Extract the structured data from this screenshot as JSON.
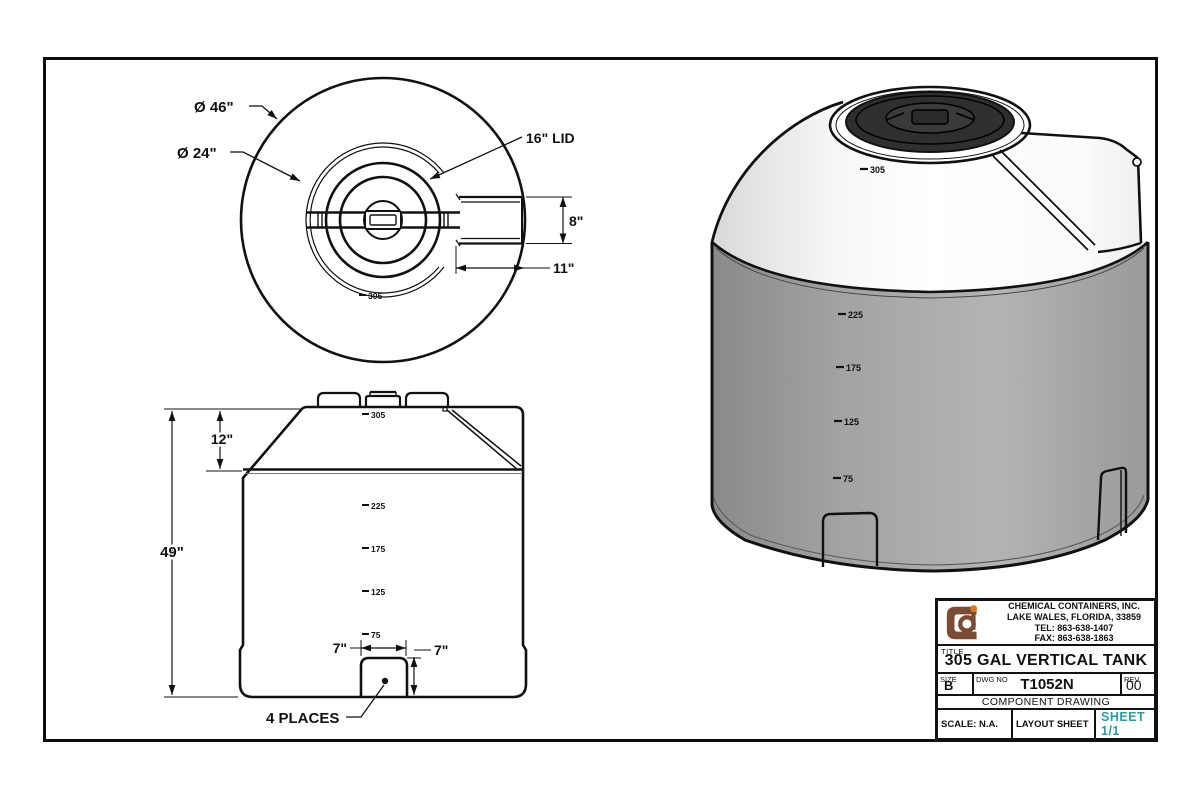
{
  "top_view": {
    "dia46": "Ø 46\"",
    "dia24": "Ø 24\"",
    "lid": "16\" LID",
    "dim8": "8\"",
    "dim11": "11\"",
    "mark305": "305"
  },
  "front_view": {
    "dim12": "12\"",
    "dim49": "49\"",
    "dim7a": "7\"",
    "dim7b": "7\"",
    "places": "4 PLACES",
    "marks": [
      "305",
      "225",
      "175",
      "125",
      "75"
    ]
  },
  "iso_view": {
    "marks": [
      "305",
      "225",
      "175",
      "125",
      "75"
    ]
  },
  "title_block": {
    "company_line1": "CHEMICAL CONTAINERS, INC.",
    "company_line2": "LAKE WALES, FLORIDA, 33859",
    "company_line3": "TEL: 863-638-1407",
    "company_line4": "FAX: 863-638-1863",
    "title_label": "TITLE",
    "title": "305 GAL VERTICAL TANK",
    "size_label": "SIZE",
    "size": "B",
    "dwg_label": "DWG NO",
    "dwg_no": "T1052N",
    "rev_label": "REV",
    "rev": "00",
    "drawing_type": "COMPONENT DRAWING",
    "scale": "SCALE: N.A.",
    "layout": "LAYOUT SHEET",
    "sheet_num": "SHEET 1/1"
  },
  "colors": {
    "accent_teal": "#2a9d9d",
    "logo_brown": "#7b4b33",
    "logo_orange": "#e07a1e",
    "line": "#111111",
    "body_gray": "#a8a8a8",
    "lid_dark": "#2f2f2f"
  }
}
